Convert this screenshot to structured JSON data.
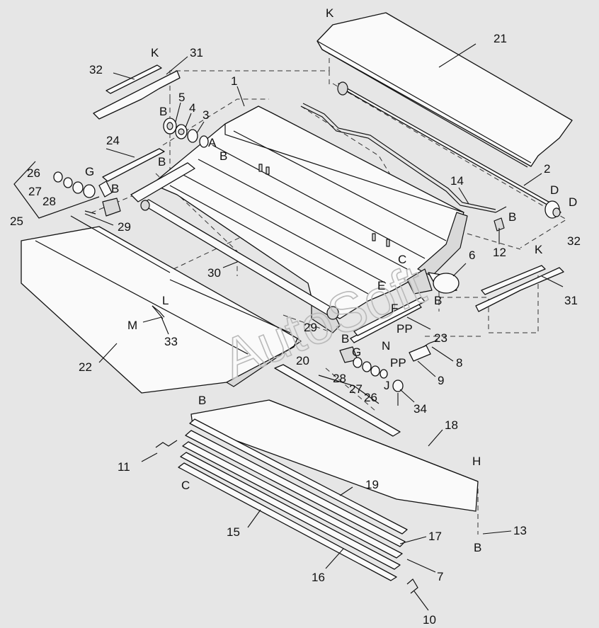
{
  "watermark": "AutoSoft",
  "labels": [
    {
      "id": "K",
      "text": "K"
    },
    {
      "id": "21",
      "text": "21"
    },
    {
      "id": "K2",
      "text": "K"
    },
    {
      "id": "31a",
      "text": "31"
    },
    {
      "id": "32a",
      "text": "32"
    },
    {
      "id": "1",
      "text": "1"
    },
    {
      "id": "5",
      "text": "5"
    },
    {
      "id": "B1",
      "text": "B"
    },
    {
      "id": "4",
      "text": "4"
    },
    {
      "id": "3",
      "text": "3"
    },
    {
      "id": "A",
      "text": "A"
    },
    {
      "id": "B2",
      "text": "B"
    },
    {
      "id": "B3",
      "text": "B"
    },
    {
      "id": "24",
      "text": "24"
    },
    {
      "id": "G1",
      "text": "G"
    },
    {
      "id": "26a",
      "text": "26"
    },
    {
      "id": "27a",
      "text": "27"
    },
    {
      "id": "28a",
      "text": "28"
    },
    {
      "id": "B4",
      "text": "B"
    },
    {
      "id": "25",
      "text": "25"
    },
    {
      "id": "29a",
      "text": "29"
    },
    {
      "id": "2",
      "text": "2"
    },
    {
      "id": "D1",
      "text": "D"
    },
    {
      "id": "D2",
      "text": "D"
    },
    {
      "id": "14",
      "text": "14"
    },
    {
      "id": "B5",
      "text": "B"
    },
    {
      "id": "12",
      "text": "12"
    },
    {
      "id": "32b",
      "text": "32"
    },
    {
      "id": "K3",
      "text": "K"
    },
    {
      "id": "6",
      "text": "6"
    },
    {
      "id": "C1",
      "text": "C"
    },
    {
      "id": "E",
      "text": "E"
    },
    {
      "id": "F",
      "text": "F"
    },
    {
      "id": "B6",
      "text": "B"
    },
    {
      "id": "31b",
      "text": "31"
    },
    {
      "id": "30",
      "text": "30"
    },
    {
      "id": "L",
      "text": "L"
    },
    {
      "id": "M",
      "text": "M"
    },
    {
      "id": "33",
      "text": "33"
    },
    {
      "id": "23",
      "text": "23"
    },
    {
      "id": "29b",
      "text": "29"
    },
    {
      "id": "B7",
      "text": "B"
    },
    {
      "id": "PP1",
      "text": "PP"
    },
    {
      "id": "G2",
      "text": "G"
    },
    {
      "id": "N",
      "text": "N"
    },
    {
      "id": "8",
      "text": "8"
    },
    {
      "id": "PP2",
      "text": "PP"
    },
    {
      "id": "9",
      "text": "9"
    },
    {
      "id": "20",
      "text": "20"
    },
    {
      "id": "28b",
      "text": "28"
    },
    {
      "id": "J",
      "text": "J"
    },
    {
      "id": "27b",
      "text": "27"
    },
    {
      "id": "26b",
      "text": "26"
    },
    {
      "id": "34",
      "text": "34"
    },
    {
      "id": "22",
      "text": "22"
    },
    {
      "id": "B8",
      "text": "B"
    },
    {
      "id": "18",
      "text": "18"
    },
    {
      "id": "11",
      "text": "11"
    },
    {
      "id": "H",
      "text": "H"
    },
    {
      "id": "C2",
      "text": "C"
    },
    {
      "id": "19",
      "text": "19"
    },
    {
      "id": "15",
      "text": "15"
    },
    {
      "id": "13",
      "text": "13"
    },
    {
      "id": "B9",
      "text": "B"
    },
    {
      "id": "17",
      "text": "17"
    },
    {
      "id": "7",
      "text": "7"
    },
    {
      "id": "16",
      "text": "16"
    },
    {
      "id": "10",
      "text": "10"
    }
  ]
}
